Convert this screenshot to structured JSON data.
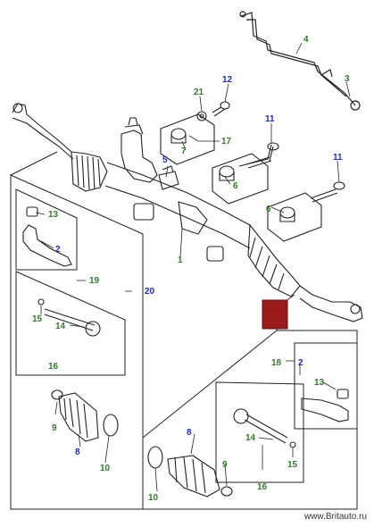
{
  "colors": {
    "green": "#2f7d2a",
    "blue": "#1b2cc8",
    "line": "#222222",
    "marker": "#9b1b1b"
  },
  "callouts": {
    "c1": "1",
    "c2": "2",
    "c2b": "2",
    "c3": "3",
    "c4": "4",
    "c5": "5",
    "c6": "6",
    "c6b": "6",
    "c7": "7",
    "c8": "8",
    "c8b": "8",
    "c9": "9",
    "c9b": "9",
    "c10": "10",
    "c10b": "10",
    "c11": "11",
    "c11b": "11",
    "c12": "12",
    "c13": "13",
    "c13b": "13",
    "c14": "14",
    "c14b": "14",
    "c15": "15",
    "c15b": "15",
    "c16": "16",
    "c16b": "16",
    "c17": "17",
    "c18": "18",
    "c19": "19",
    "c20": "20",
    "c21": "21"
  },
  "watermark": "www.Britauto.ru"
}
